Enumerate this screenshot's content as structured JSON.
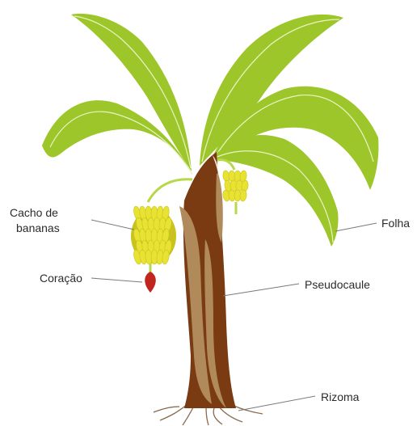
{
  "colors": {
    "leaf": "#9dc62a",
    "leaf_light": "#b7d84a",
    "leaf_vein": "#e8f3c4",
    "stem": "#7a3b12",
    "stem_dark": "#5a2a0c",
    "sheath": "#b08a5a",
    "sheath_light": "#f2ead4",
    "banana": "#e8e232",
    "banana_shade": "#c9c41d",
    "heart": "#c0261d",
    "root": "#8a6a4a",
    "label_text": "#2b2b2b",
    "leader_line": "#7a7a7a"
  },
  "labels": {
    "cacho_line1": "Cacho de",
    "cacho_line2": "bananas",
    "coracao": "Coração",
    "folha": "Folha",
    "pseudocaule": "Pseudocaule",
    "rizoma": "Rizoma"
  }
}
